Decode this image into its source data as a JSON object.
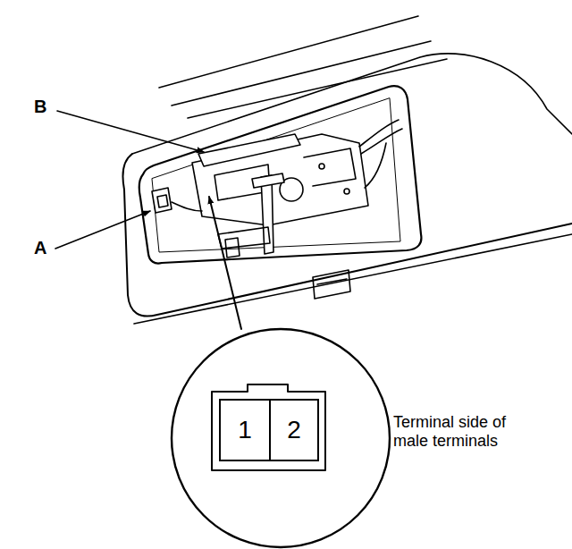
{
  "diagram": {
    "nodes": [
      {
        "text": [
          "1"
        ]
      },
      {
        "text": [
          "2"
        ]
      }
    ],
    "labels": [
      "B",
      "A",
      "Terminal side of male terminals"
    ]
  }
}
